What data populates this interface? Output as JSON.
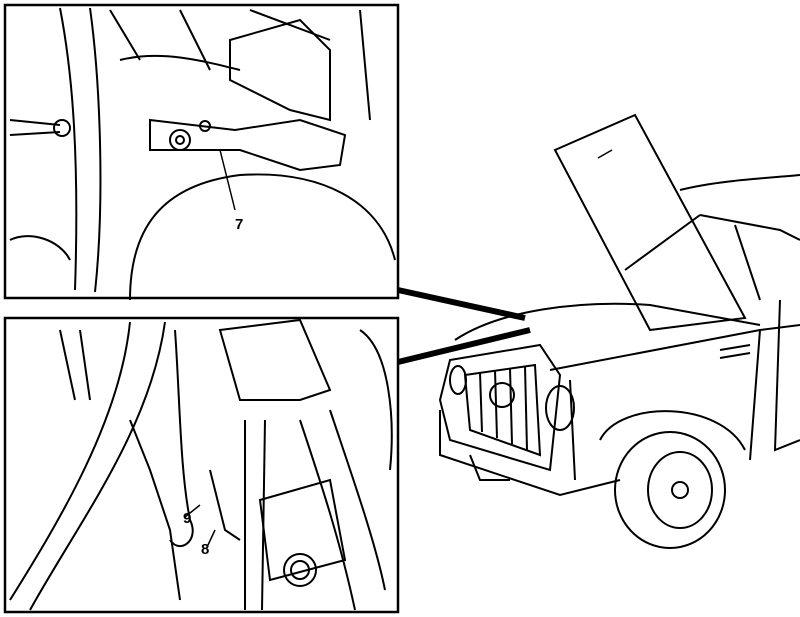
{
  "labels": {
    "top_callout": "7",
    "bottom_callout_a": "9",
    "bottom_callout_b": "8"
  },
  "colors": {
    "ink": "#000000",
    "paper": "#ffffff"
  }
}
